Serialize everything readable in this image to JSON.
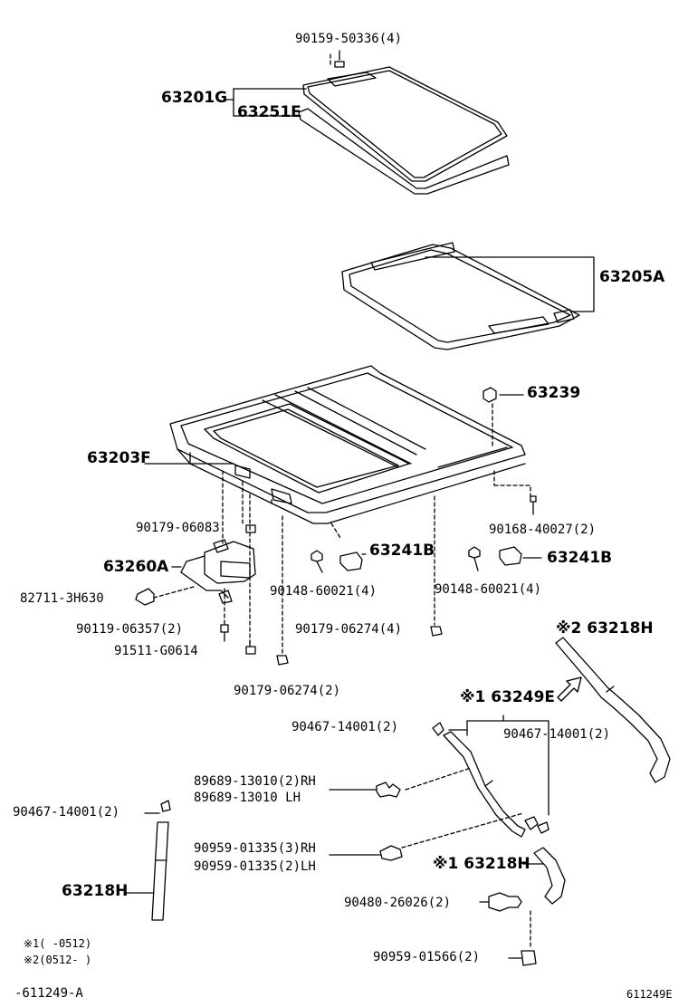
{
  "labels": {
    "l_90159": "90159-50336(4)",
    "l_63201g": "63201G",
    "l_63251e": "63251E",
    "l_63205a": "63205A",
    "l_63239": "63239",
    "l_63203f": "63203F",
    "l_90179a": "90179-06083",
    "l_90168": "90168-40027(2)",
    "l_63260a": "63260A",
    "l_63241b1": "63241B",
    "l_63241b2": "63241B",
    "l_82711": "82711-3H630",
    "l_90148a": "90148-60021(4)",
    "l_90148b": "90148-60021(4)",
    "l_90119": "90119-06357(2)",
    "l_90179b": "90179-06274(4)",
    "l_91511": "91511-G0614",
    "l_90179c": "90179-06274(2)",
    "l_63218h_top": "※2 63218H",
    "l_63249e": "※1 63249E",
    "l_90467a": "90467-14001(2)",
    "l_90467b": "90467-14001(2)",
    "l_89689rh": "89689-13010(2)RH",
    "l_89689lh": "89689-13010 LH",
    "l_90467c": "90467-14001(2)",
    "l_90959rh": "90959-01335(3)RH",
    "l_90959lh": "90959-01335(2)LH",
    "l_63218h_mid": "※1 63218H",
    "l_63218h_left": "63218H",
    "l_90480": "90480-26026(2)",
    "l_90959b": "90959-01566(2)",
    "note1": "※1(     -0512)",
    "note2": "※2(0512-     )",
    "fig_id": "-611249-A",
    "corner_id": "611249E"
  }
}
